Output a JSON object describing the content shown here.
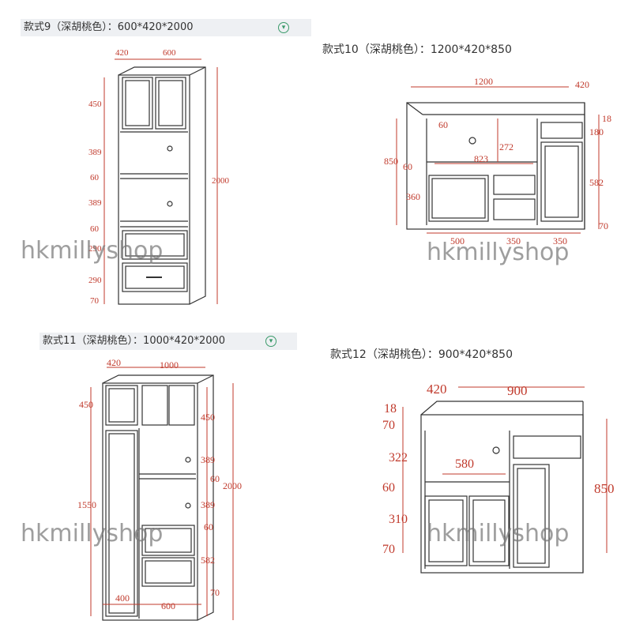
{
  "watermark": "hkmillyshop",
  "colors": {
    "dimension": "#c0392b",
    "line": "#333333",
    "title_bg": "#eef0f3"
  },
  "models": [
    {
      "title": "款式9（深胡桃色）：600*420*2000",
      "dims": {
        "depth": "420",
        "width": "600",
        "h1": "450",
        "h2": "389",
        "h3": "60",
        "h4": "389",
        "h5": "60",
        "h6": "290",
        "h7": "290",
        "h8": "70",
        "total": "2000"
      }
    },
    {
      "title": "款式10（深胡桃色）：1200*420*850",
      "dims": {
        "width": "1200",
        "depth": "420",
        "top": "18",
        "drawer": "180",
        "door": "582",
        "base": "70",
        "total": "850",
        "open_h": "272",
        "inner_w": "823",
        "small": "60",
        "mid": "60",
        "low": "360",
        "w1": "500",
        "w2": "350",
        "w3": "350"
      }
    },
    {
      "title": "款式11（深胡桃色）：1000*420*2000",
      "dims": {
        "depth": "420",
        "width": "1000",
        "top_l": "450",
        "top_r": "450",
        "glass": "1550",
        "r1": "389",
        "r2": "60",
        "r3": "389",
        "r4": "60",
        "r5": "582",
        "base": "70",
        "total": "2000",
        "w_left": "400",
        "w_right": "600"
      }
    },
    {
      "title": "款式12（深胡桃色）：900*420*850",
      "dims": {
        "depth": "420",
        "width": "900",
        "top": "18",
        "drawer": "70",
        "open": "322",
        "inner_w": "580",
        "gap": "60",
        "door": "310",
        "base": "70",
        "total": "850"
      }
    }
  ]
}
